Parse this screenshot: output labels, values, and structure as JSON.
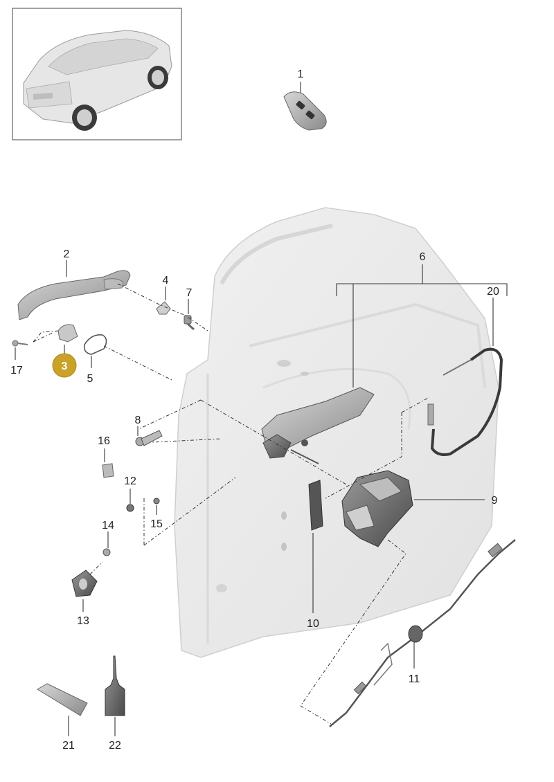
{
  "diagram": {
    "type": "exploded-parts-diagram",
    "highlight_color": "#c9a227",
    "highlighted_callout": "3",
    "callouts": {
      "c1": "1",
      "c2": "2",
      "c3": "3",
      "c4": "4",
      "c5": "5",
      "c6": "6",
      "c7": "7",
      "c8": "8",
      "c9": "9",
      "c10": "10",
      "c11": "11",
      "c12": "12",
      "c13": "13",
      "c14": "14",
      "c15": "15",
      "c16": "16",
      "c17": "17",
      "c20": "20",
      "c21": "21",
      "c22": "22"
    }
  }
}
